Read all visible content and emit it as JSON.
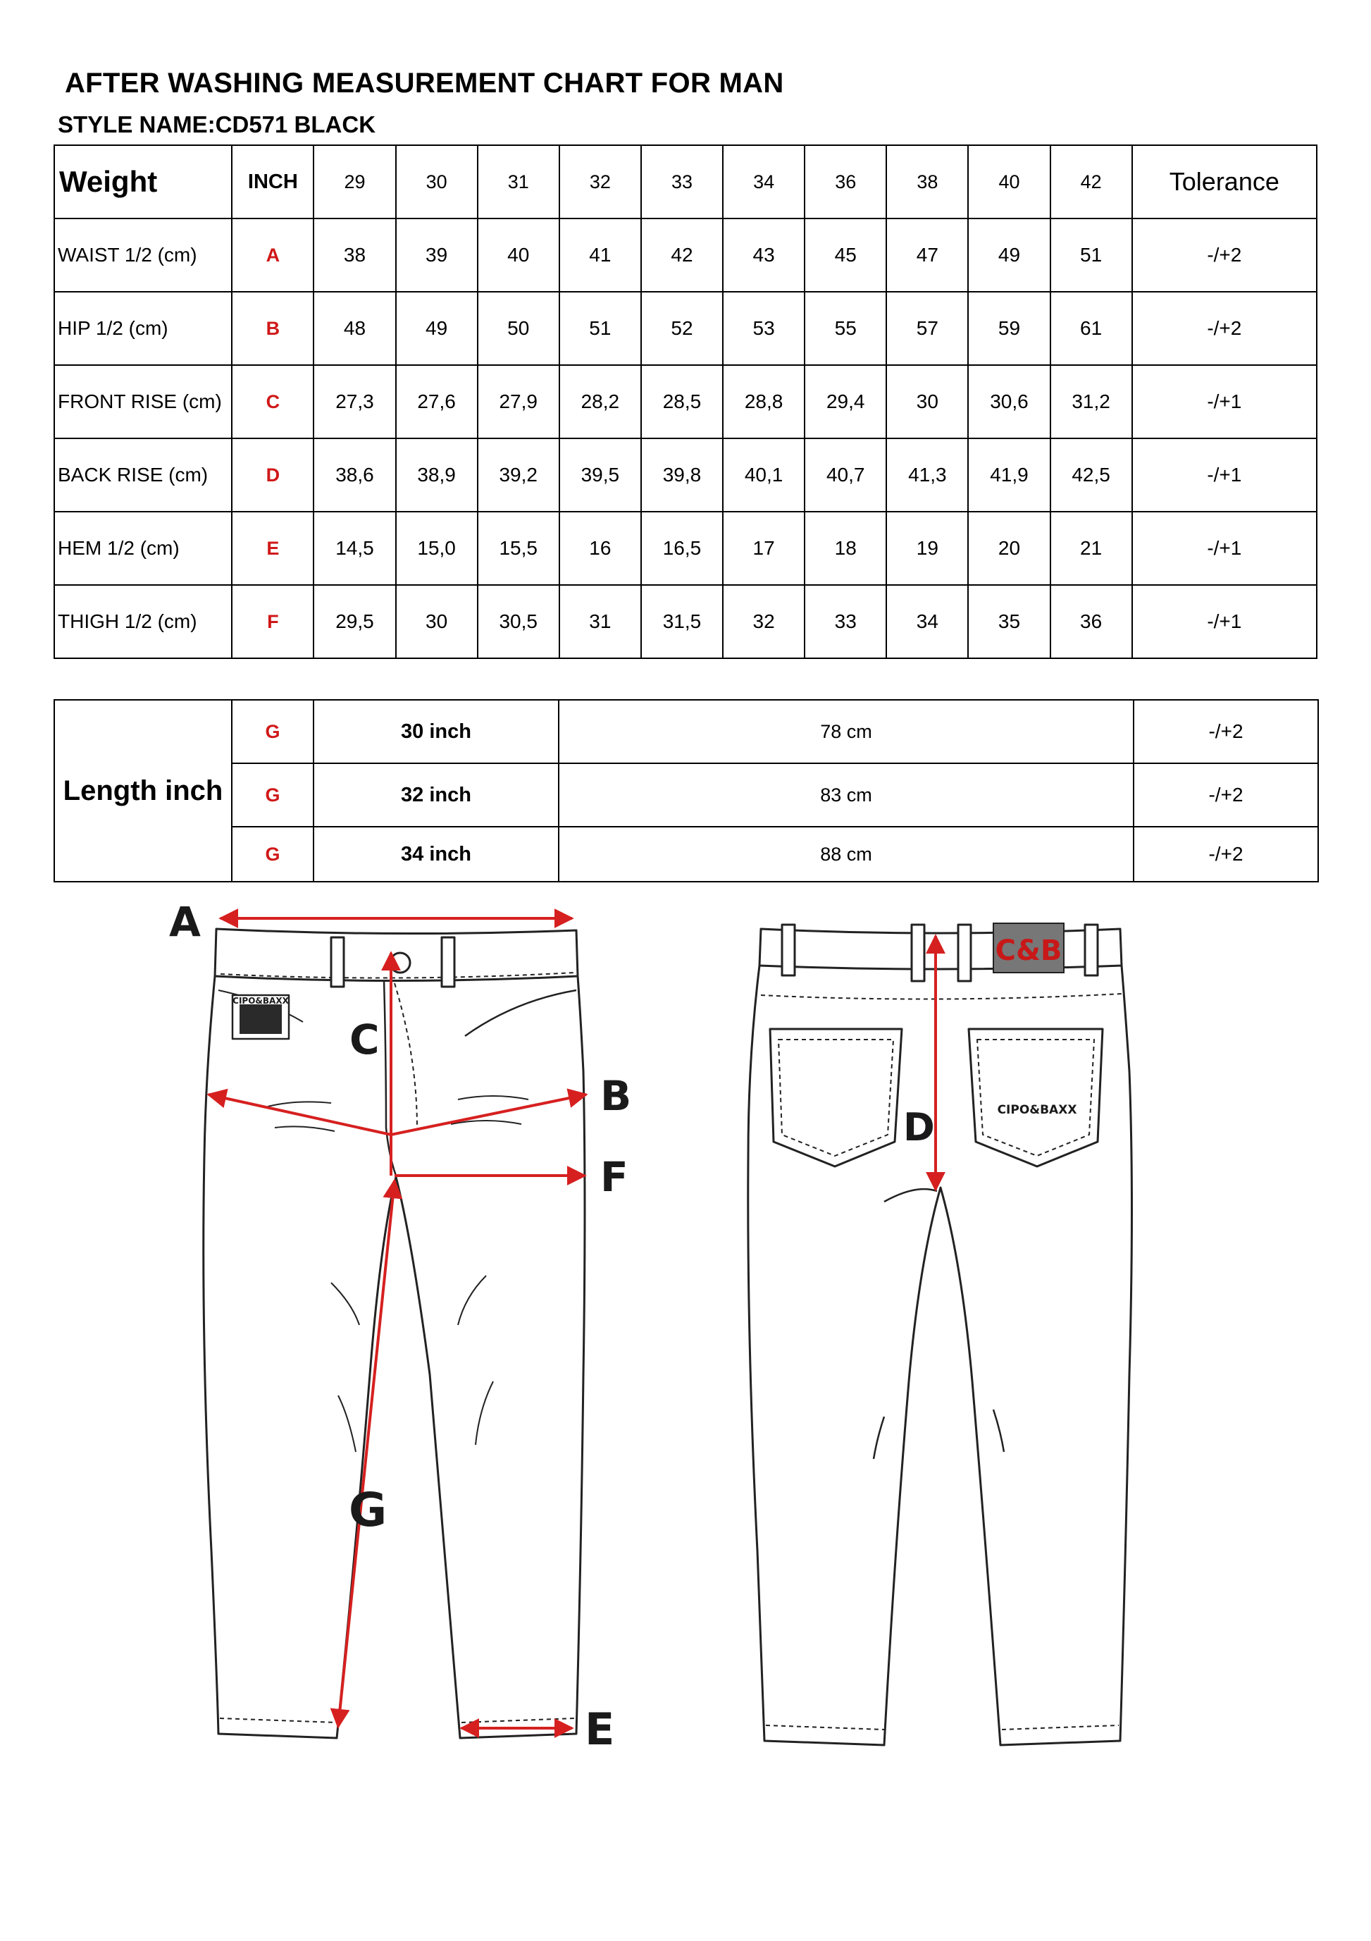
{
  "document": {
    "title": "AFTER WASHING MEASUREMENT CHART FOR MAN",
    "style_name": "STYLE NAME:CD571 BLACK"
  },
  "size_table": {
    "header": {
      "label": "Weight",
      "unit": "INCH",
      "sizes": [
        "29",
        "30",
        "31",
        "32",
        "33",
        "34",
        "36",
        "38",
        "40",
        "42"
      ],
      "tolerance": "Tolerance"
    },
    "rows": [
      {
        "label": "WAIST 1/2 (cm)",
        "code": "A",
        "values": [
          "38",
          "39",
          "40",
          "41",
          "42",
          "43",
          "45",
          "47",
          "49",
          "51"
        ],
        "tolerance": "-/+2"
      },
      {
        "label": "HIP 1/2 (cm)",
        "code": "B",
        "values": [
          "48",
          "49",
          "50",
          "51",
          "52",
          "53",
          "55",
          "57",
          "59",
          "61"
        ],
        "tolerance": "-/+2"
      },
      {
        "label": "FRONT RISE (cm)",
        "code": "C",
        "values": [
          "27,3",
          "27,6",
          "27,9",
          "28,2",
          "28,5",
          "28,8",
          "29,4",
          "30",
          "30,6",
          "31,2"
        ],
        "tolerance": "-/+1"
      },
      {
        "label": "BACK RISE (cm)",
        "code": "D",
        "values": [
          "38,6",
          "38,9",
          "39,2",
          "39,5",
          "39,8",
          "40,1",
          "40,7",
          "41,3",
          "41,9",
          "42,5"
        ],
        "tolerance": "-/+1"
      },
      {
        "label": "HEM 1/2  (cm)",
        "code": "E",
        "values": [
          "14,5",
          "15,0",
          "15,5",
          "16",
          "16,5",
          "17",
          "18",
          "19",
          "20",
          "21"
        ],
        "tolerance": "-/+1"
      },
      {
        "label": "THIGH 1/2 (cm)",
        "code": "F",
        "values": [
          "29,5",
          "30",
          "30,5",
          "31",
          "31,5",
          "32",
          "33",
          "34",
          "35",
          "36"
        ],
        "tolerance": "-/+1"
      }
    ]
  },
  "length_table": {
    "label": "Length inch",
    "rows": [
      {
        "code": "G",
        "inch": "30 inch",
        "cm": "78 cm",
        "tolerance": "-/+2"
      },
      {
        "code": "G",
        "inch": "32 inch",
        "cm": "83 cm",
        "tolerance": "-/+2"
      },
      {
        "code": "G",
        "inch": "34 inch",
        "cm": "88 cm",
        "tolerance": "-/+2"
      }
    ]
  },
  "diagram": {
    "callouts": {
      "a": "A",
      "b": "B",
      "c": "C",
      "d": "D",
      "e": "E",
      "f": "F",
      "g": "G"
    },
    "pocket_brand": "CIPO&BAXX",
    "front_patch": "CIPO&BAXX",
    "back_patch": "C&B",
    "measure_color": "#d62020"
  }
}
